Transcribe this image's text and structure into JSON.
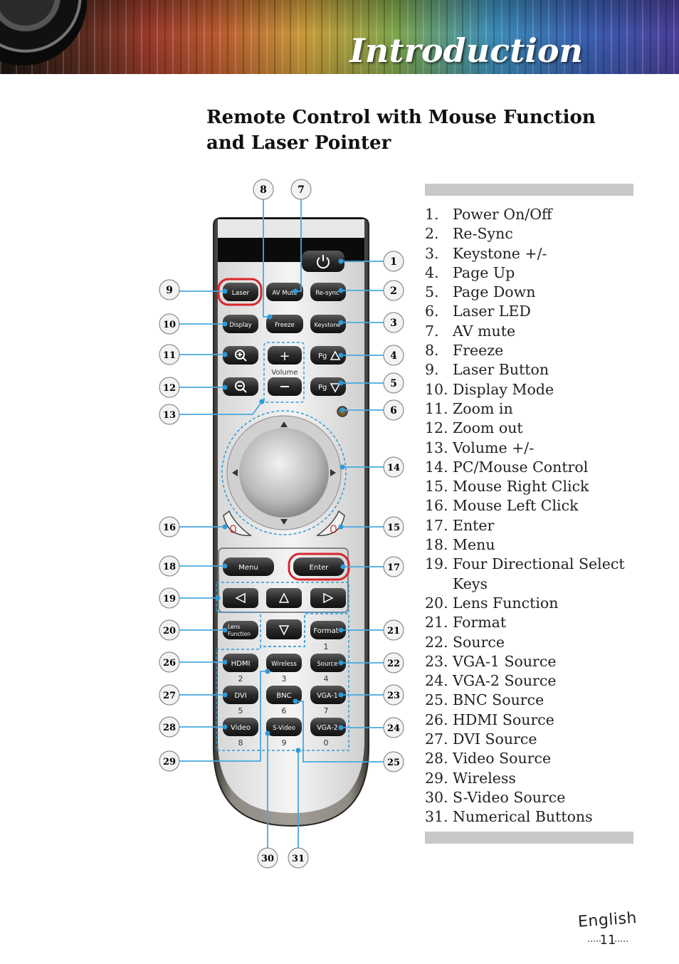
{
  "header": {
    "title": "Introduction"
  },
  "heading": "Remote Control with Mouse Function and Laser Pointer",
  "legend": [
    {
      "num": "1.",
      "text": "Power On/Off"
    },
    {
      "num": "2.",
      "text": "Re-Sync"
    },
    {
      "num": "3.",
      "text": "Keystone +/-"
    },
    {
      "num": "4.",
      "text": "Page Up"
    },
    {
      "num": "5.",
      "text": "Page Down"
    },
    {
      "num": "6.",
      "text": "Laser LED"
    },
    {
      "num": "7.",
      "text": "AV mute"
    },
    {
      "num": "8.",
      "text": "Freeze"
    },
    {
      "num": "9.",
      "text": "Laser Button"
    },
    {
      "num": "10.",
      "text": "Display Mode"
    },
    {
      "num": "11.",
      "text": "Zoom in"
    },
    {
      "num": "12.",
      "text": "Zoom out"
    },
    {
      "num": "13.",
      "text": "Volume +/-"
    },
    {
      "num": "14.",
      "text": "PC/Mouse Control"
    },
    {
      "num": "15.",
      "text": "Mouse Right Click"
    },
    {
      "num": "16.",
      "text": "Mouse Left Click"
    },
    {
      "num": "17.",
      "text": "Enter"
    },
    {
      "num": "18.",
      "text": "Menu"
    },
    {
      "num": "19.",
      "text": "Four Directional Select Keys"
    },
    {
      "num": "20.",
      "text": "Lens Function"
    },
    {
      "num": "21.",
      "text": "Format"
    },
    {
      "num": "22.",
      "text": "Source"
    },
    {
      "num": "23.",
      "text": "VGA-1 Source"
    },
    {
      "num": "24.",
      "text": "VGA-2 Source"
    },
    {
      "num": "25.",
      "text": "BNC Source"
    },
    {
      "num": "26.",
      "text": "HDMI Source"
    },
    {
      "num": "27.",
      "text": "DVI Source"
    },
    {
      "num": "28.",
      "text": "Video Source"
    },
    {
      "num": "29.",
      "text": "Wireless"
    },
    {
      "num": "30.",
      "text": "S-Video Source"
    },
    {
      "num": "31.",
      "text": "Numerical Buttons"
    }
  ],
  "remote": {
    "buttons": {
      "laser": "Laser",
      "av_mute": "AV Mute",
      "re_sync": "Re-sync",
      "display": "Display",
      "freeze": "Freeze",
      "keystone": "Keystone",
      "pg_up": "Pg",
      "pg_down": "Pg",
      "volume": "Volume",
      "menu": "Menu",
      "enter": "Enter",
      "lens_function_1": "Lens",
      "lens_function_2": "Function",
      "format": "Format",
      "hdmi": "HDMI",
      "wireless": "Wireless",
      "source": "Source",
      "dvi": "DVI",
      "bnc": "BNC",
      "vga1": "VGA-1",
      "video": "Video",
      "svideo": "S-Video",
      "vga2": "VGA-2"
    },
    "digits": [
      "1",
      "2",
      "3",
      "4",
      "5",
      "6",
      "7",
      "8",
      "9",
      "0"
    ]
  },
  "callouts": {
    "c1": "1",
    "c2": "2",
    "c3": "3",
    "c4": "4",
    "c5": "5",
    "c6": "6",
    "c7": "7",
    "c8": "8",
    "c9": "9",
    "c10": "10",
    "c11": "11",
    "c12": "12",
    "c13": "13",
    "c14": "14",
    "c15": "15",
    "c16": "16",
    "c17": "17",
    "c18": "18",
    "c19": "19",
    "c20": "20",
    "c21": "21",
    "c22": "22",
    "c23": "23",
    "c24": "24",
    "c25": "25",
    "c26": "26",
    "c27": "27",
    "c28": "28",
    "c29": "29",
    "c30": "30",
    "c31": "31"
  },
  "footer": {
    "language": "English",
    "page": "11"
  }
}
